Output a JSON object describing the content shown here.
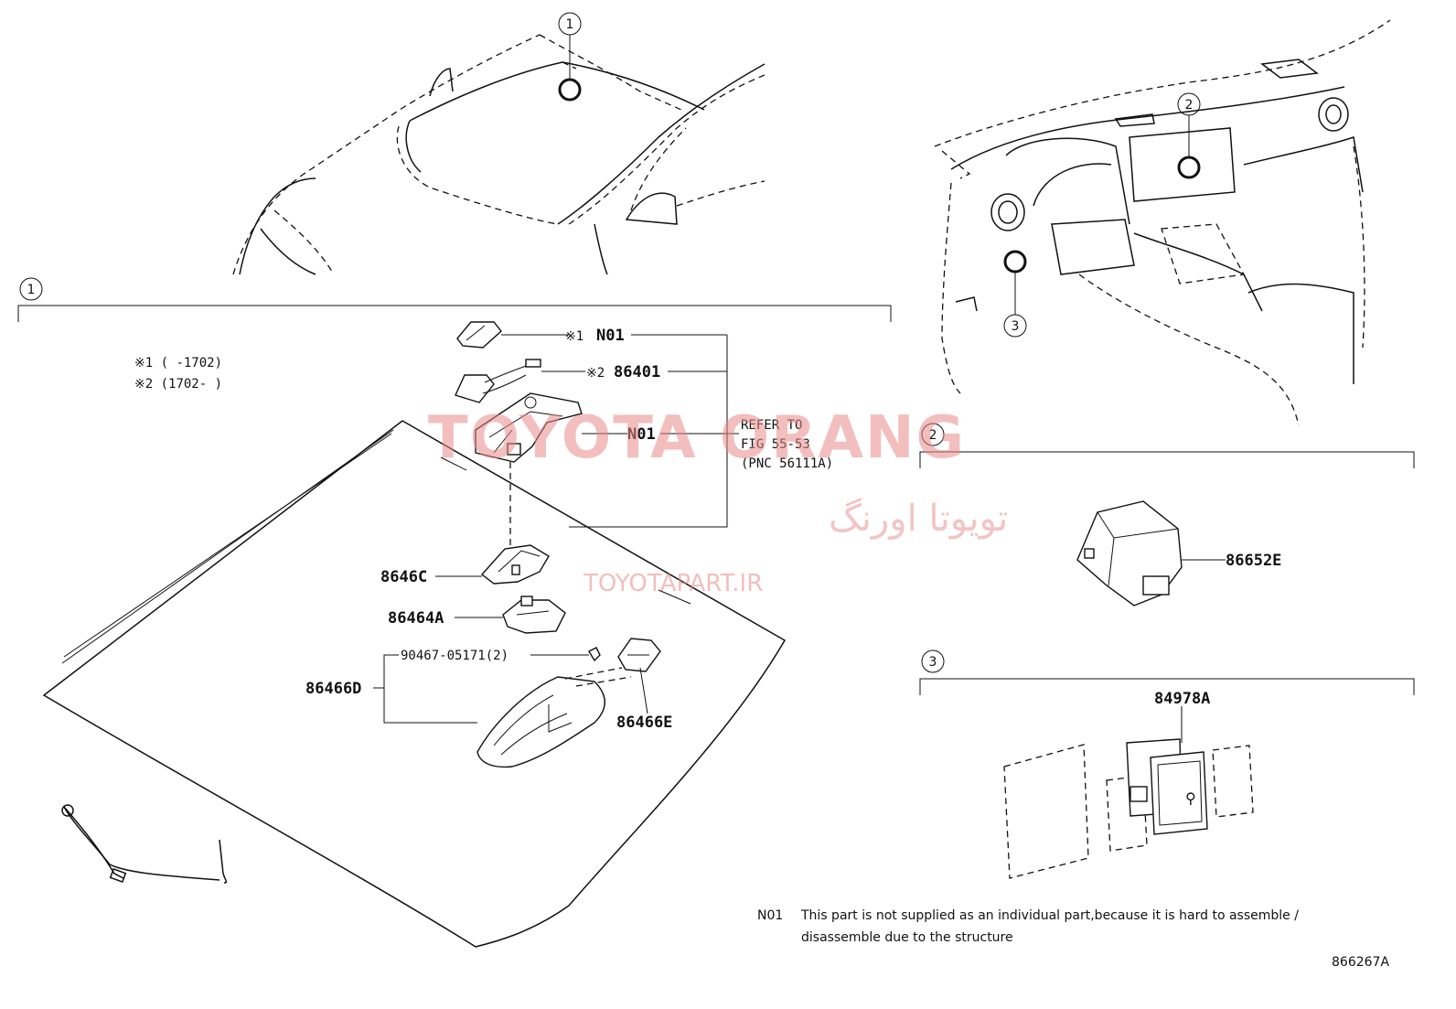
{
  "diagram": {
    "callouts": [
      "1",
      "2",
      "3"
    ],
    "footnotes": {
      "note1": "※1 (       -1702)",
      "note2": "※2 (1702-       )"
    },
    "parts": {
      "n01_top_prefix": "※1",
      "n01_top": "N01",
      "p86401_prefix": "※2",
      "p86401": "86401",
      "n01_mid": "N01",
      "p8646C": "8646C",
      "p86464A": "86464A",
      "p90467": "90467-05171(2)",
      "p86466D": "86466D",
      "p86466E": "86466E",
      "p86652E": "86652E",
      "p84978A": "84978A"
    },
    "refer": {
      "line1": "REFER TO",
      "line2": "FIG 55-53",
      "line3": "(PNC 56111A)"
    },
    "legend": {
      "code": "N01",
      "line1": "This part is not supplied as an individual part,because it is hard to assemble /",
      "line2": "disassemble due to the structure"
    },
    "figure_id": "866267A",
    "watermark": {
      "brand": "TOYOTA ORANG",
      "persian": "تویوتا اورنگ",
      "site": "TOYOTAPART.IR"
    }
  }
}
